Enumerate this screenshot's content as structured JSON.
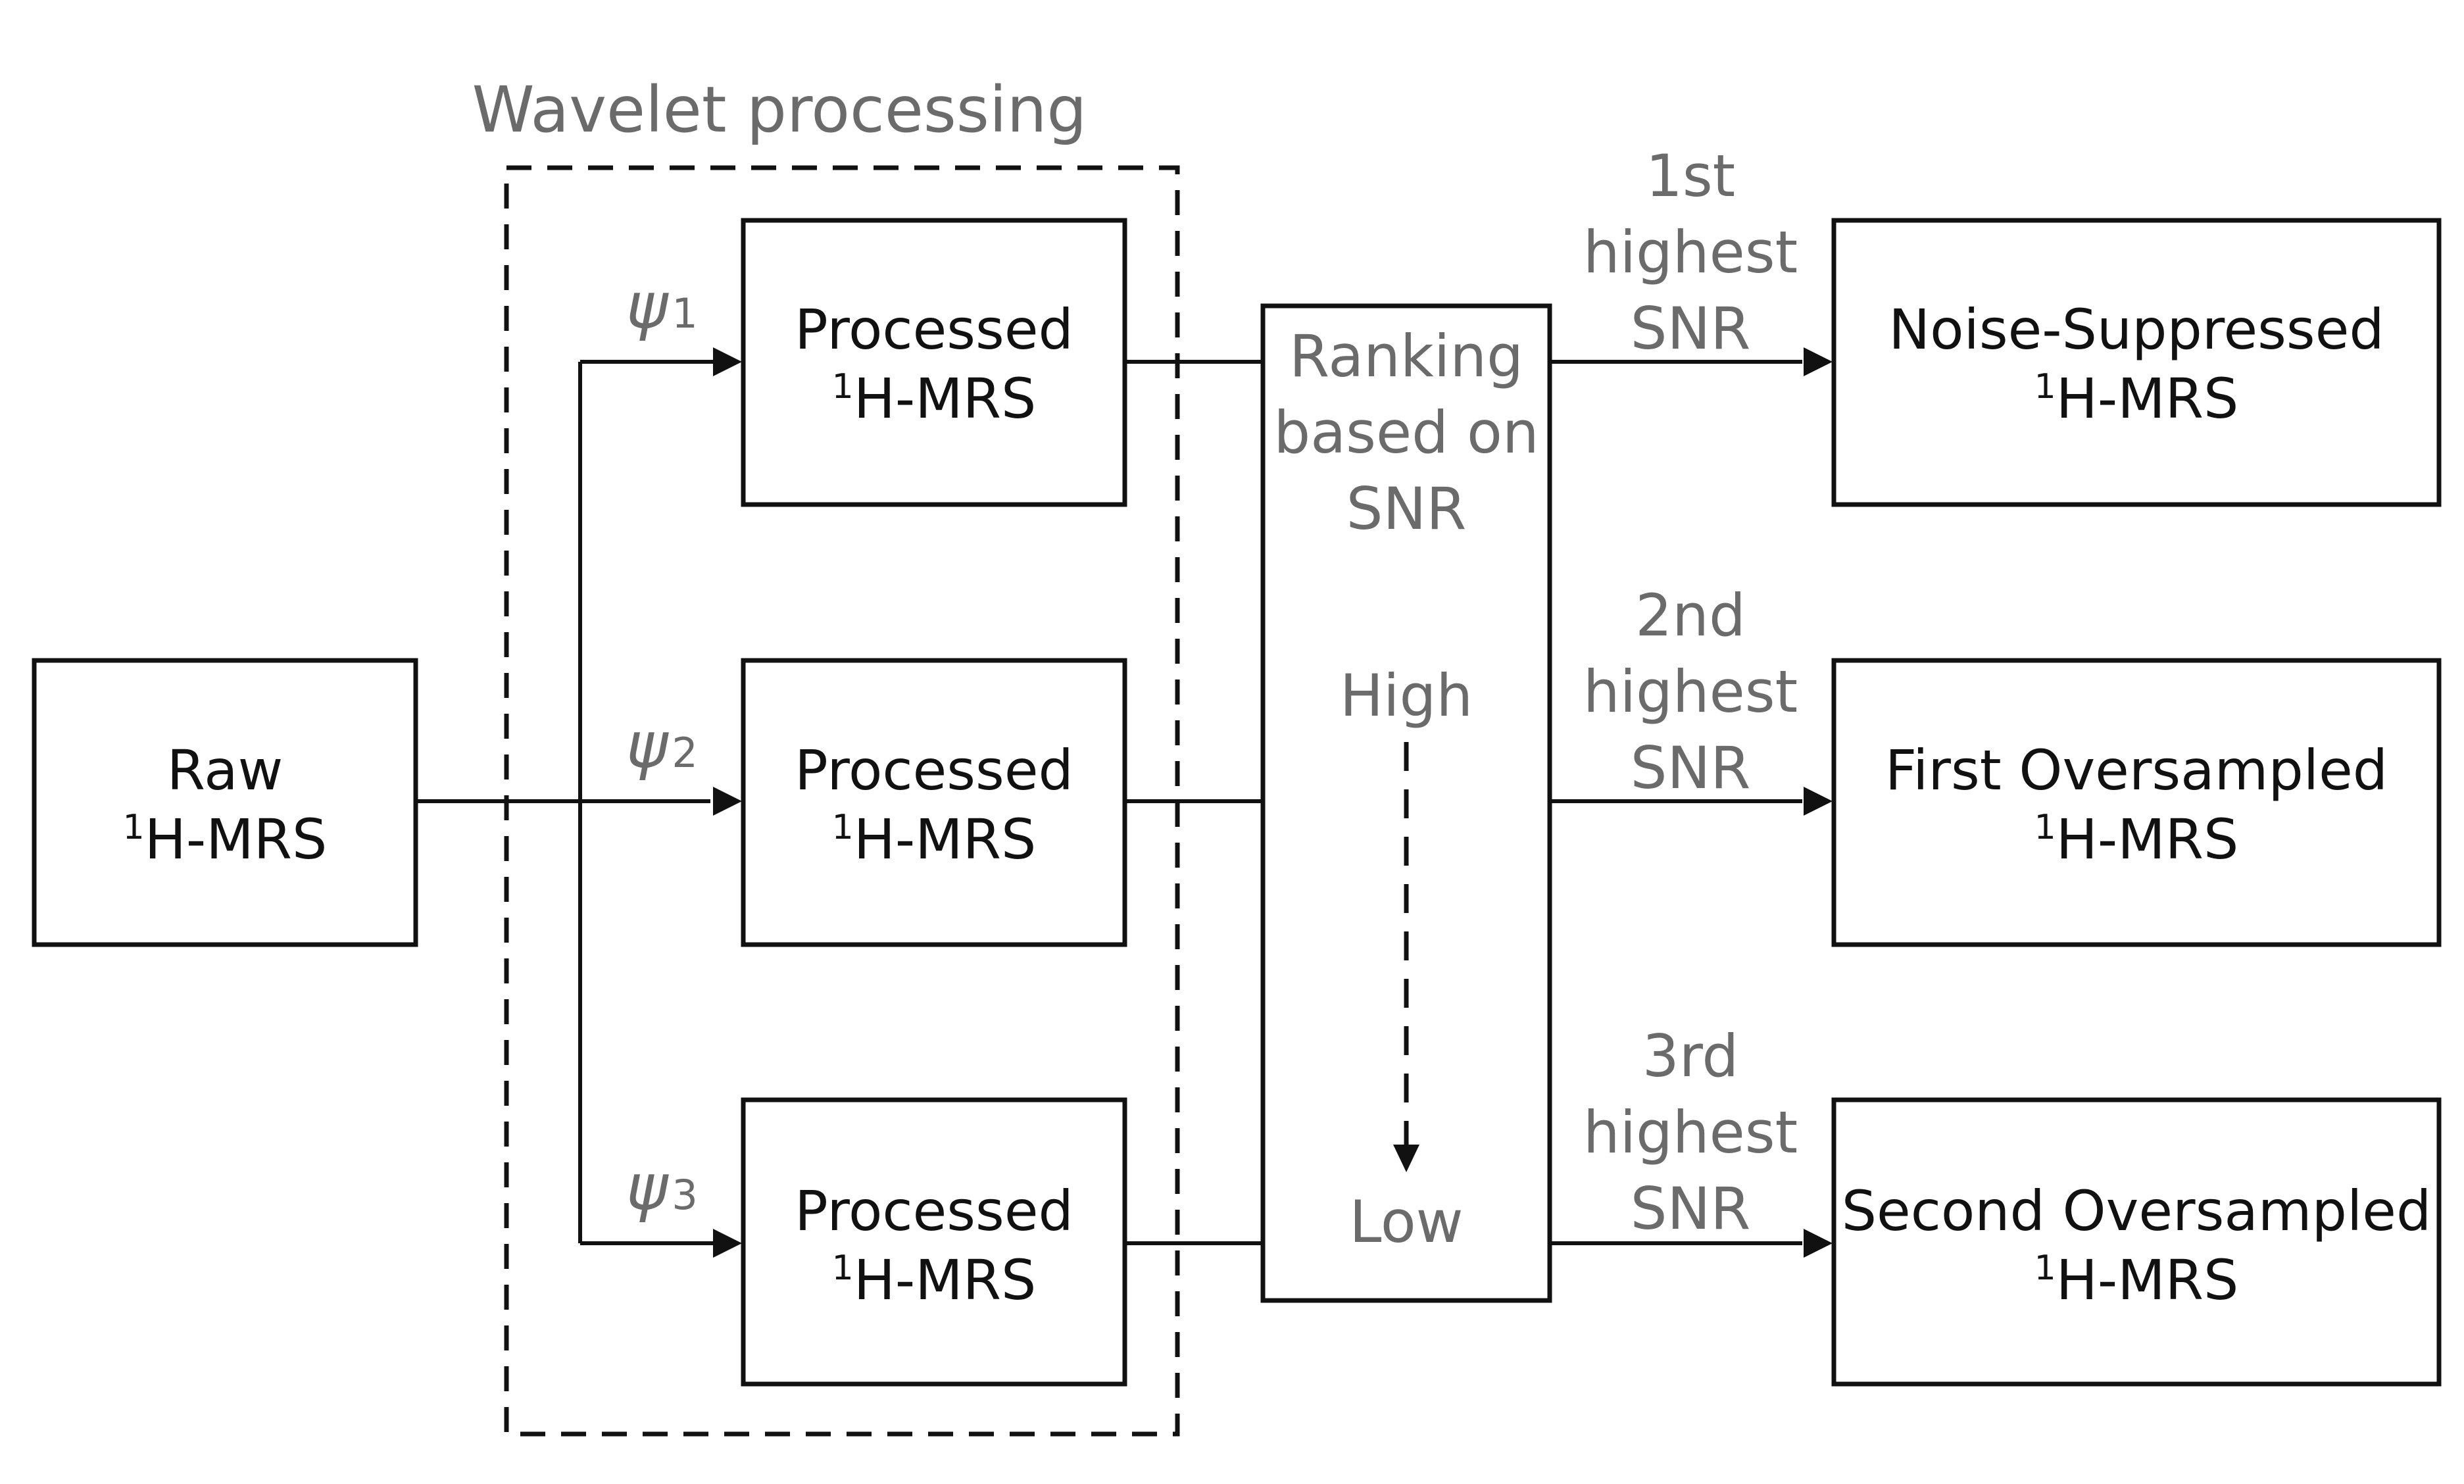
{
  "diagram": {
    "group_label": "Wavelet processing",
    "raw": {
      "line1": "Raw",
      "line2_sup": "1",
      "line2_rest": "H-MRS"
    },
    "processed": [
      {
        "line1": "Processed",
        "line2_sup": "1",
        "line2_rest": "H-MRS"
      },
      {
        "line1": "Processed",
        "line2_sup": "1",
        "line2_rest": "H-MRS"
      },
      {
        "line1": "Processed",
        "line2_sup": "1",
        "line2_rest": "H-MRS"
      }
    ],
    "wavelets": [
      {
        "psi": "ψ",
        "sub": "1"
      },
      {
        "psi": "ψ",
        "sub": "2"
      },
      {
        "psi": "ψ",
        "sub": "3"
      }
    ],
    "ranking": {
      "title_lines": [
        "Ranking",
        "based on",
        "SNR"
      ],
      "high": "High",
      "low": "Low"
    },
    "rank_labels": [
      [
        "1st",
        "highest",
        "SNR"
      ],
      [
        "2nd",
        "highest",
        "SNR"
      ],
      [
        "3rd",
        "highest",
        "SNR"
      ]
    ],
    "outputs": [
      {
        "line1": "Noise-Suppressed",
        "line2_sup": "1",
        "line2_rest": "H-MRS"
      },
      {
        "line1": "First Oversampled",
        "line2_sup": "1",
        "line2_rest": "H-MRS"
      },
      {
        "line1": "Second Oversampled",
        "line2_sup": "1",
        "line2_rest": "H-MRS"
      }
    ],
    "colors": {
      "stroke": "#111111",
      "gray_text": "#6b6b6b",
      "background": "#ffffff"
    }
  }
}
